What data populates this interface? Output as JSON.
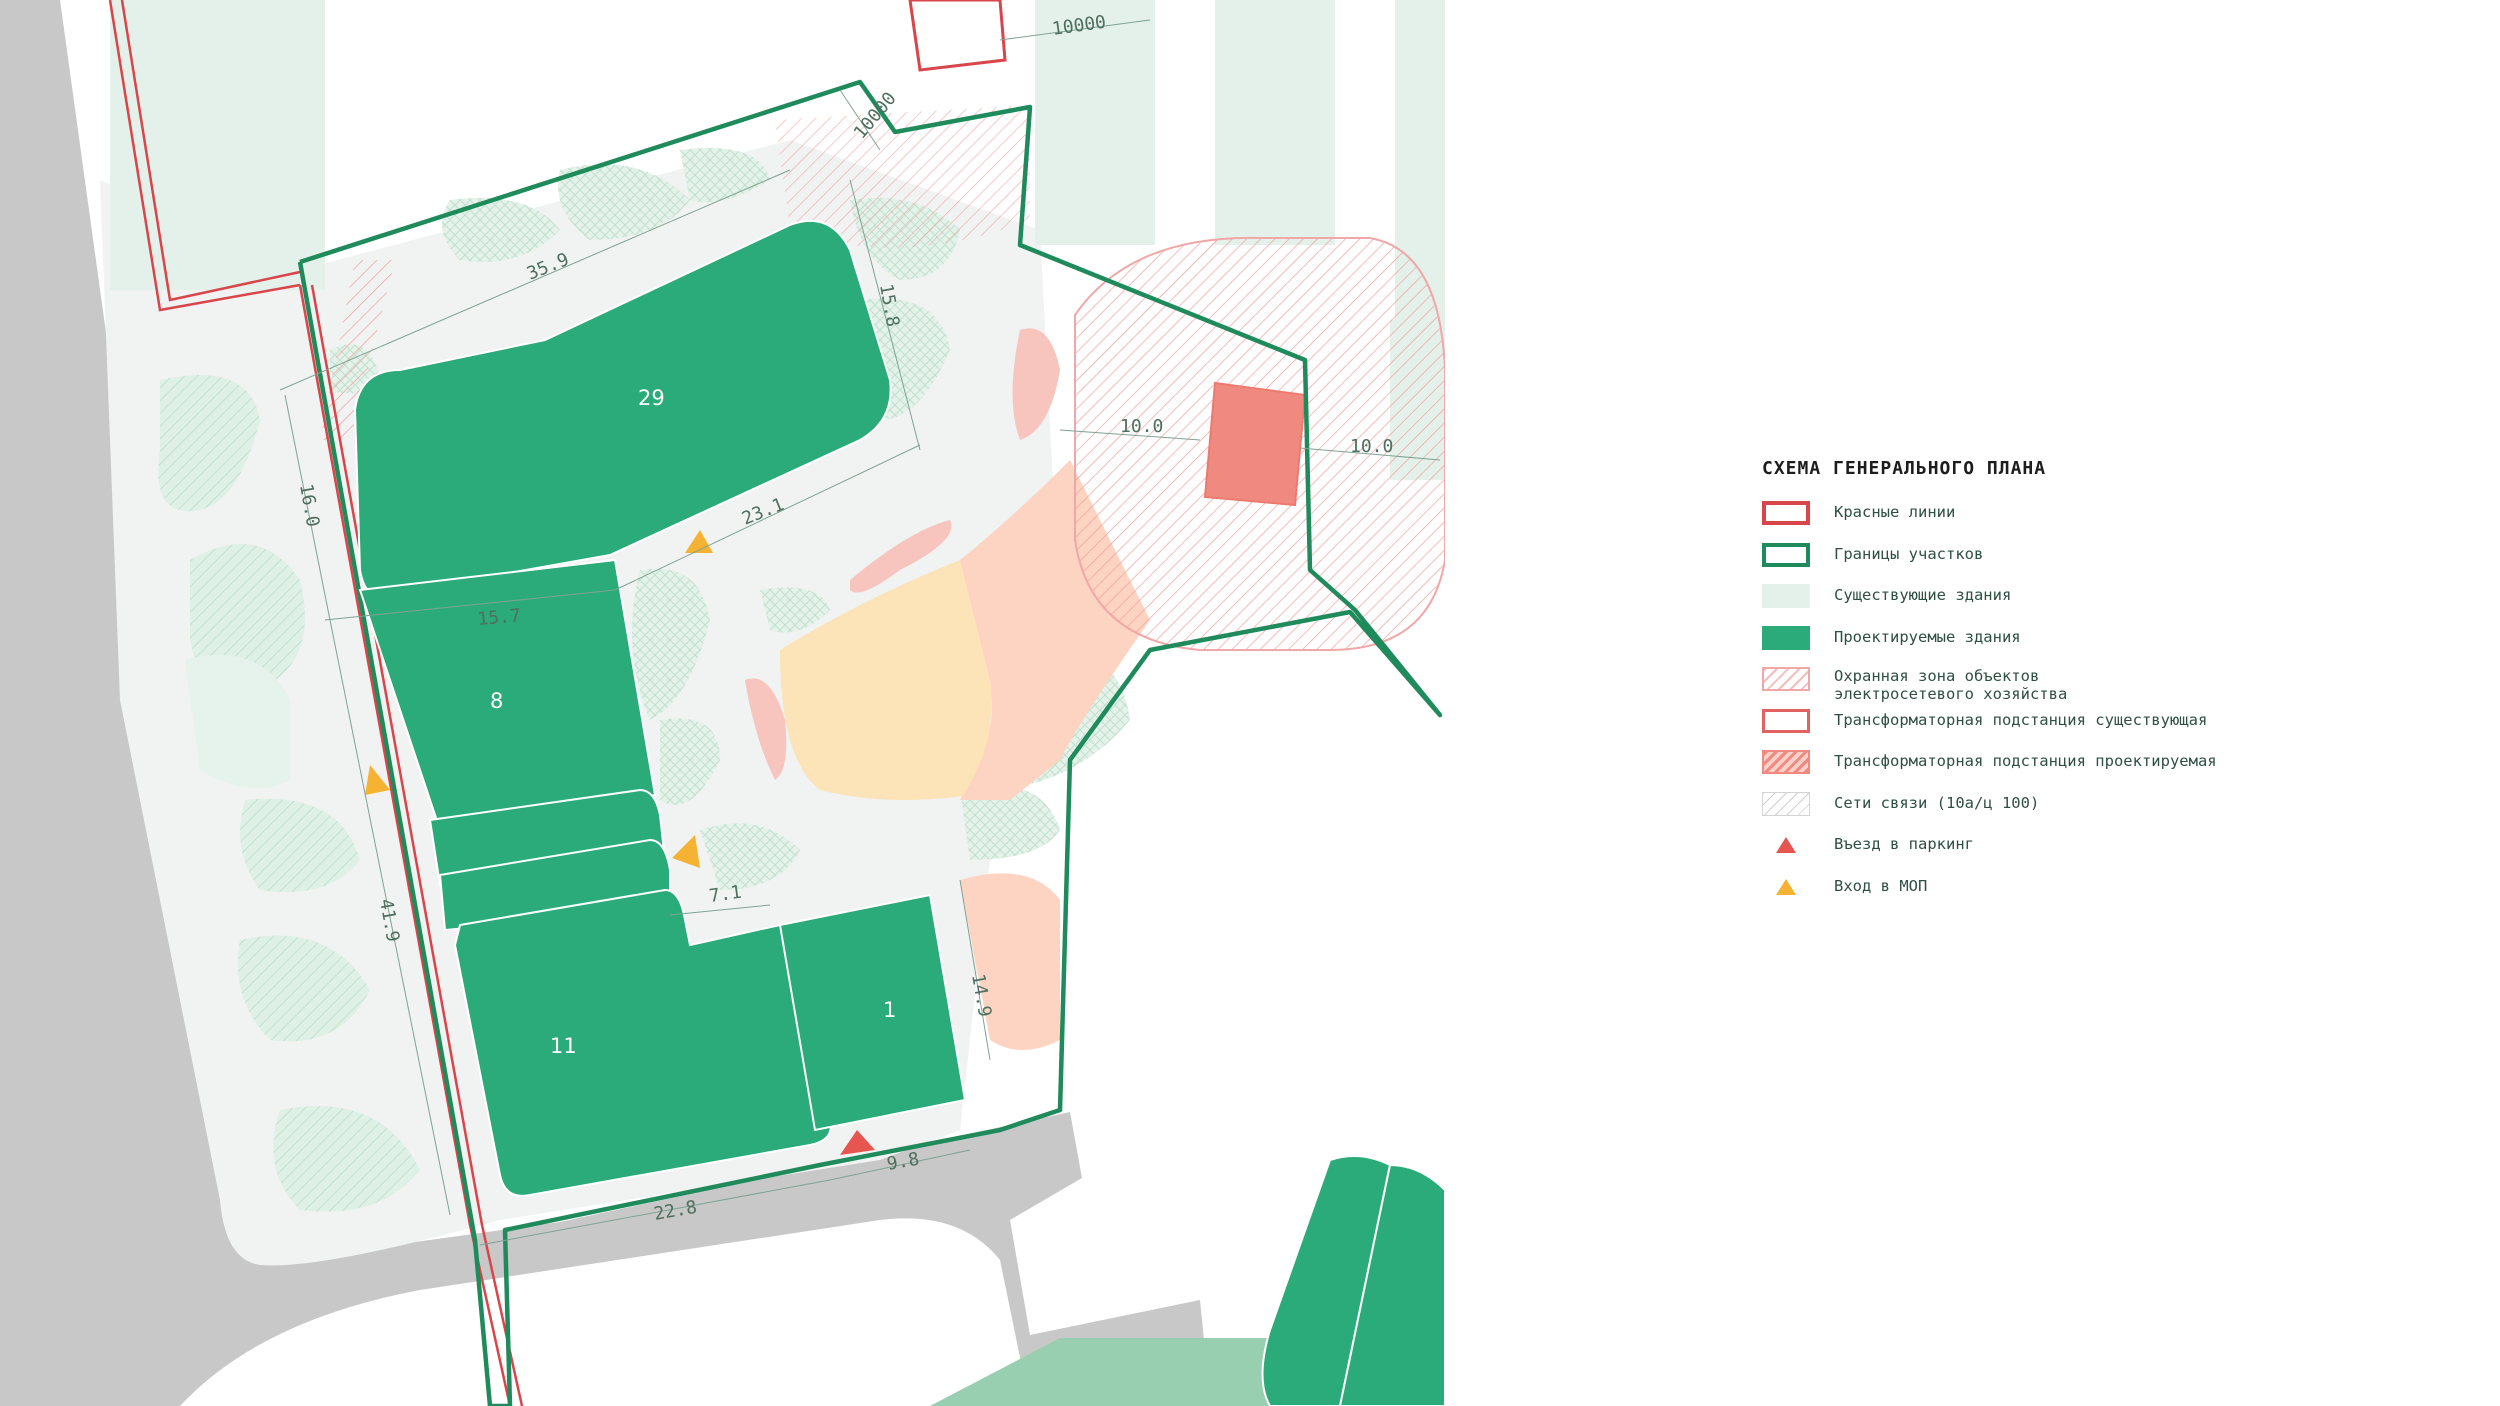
{
  "legend": {
    "title": "СХЕМА ГЕНЕРАЛЬНОГО ПЛАНА",
    "items": [
      {
        "label": "Красные линии",
        "swatch": "red-lines"
      },
      {
        "label": "Границы участков",
        "swatch": "plot-boundaries"
      },
      {
        "label": "Существующие здания",
        "swatch": "existing-buildings"
      },
      {
        "label": "Проектируемые здания",
        "swatch": "designed-buildings"
      },
      {
        "label": "Охранная зона объектов\nэлектросетевого хозяйства",
        "swatch": "power-protection-zone"
      },
      {
        "label": "Трансформаторная подстанция существующая",
        "swatch": "substation-existing"
      },
      {
        "label": "Трансформаторная подстанция проектируемая",
        "swatch": "substation-designed"
      },
      {
        "label": "Сети связи (10а/ц 100)",
        "swatch": "communication-networks"
      },
      {
        "label": "Въезд в паркинг",
        "swatch": "parking-entrance"
      },
      {
        "label": "Вход в МОП",
        "swatch": "common-area-entrance"
      }
    ]
  },
  "buildings": [
    {
      "label": "29"
    },
    {
      "label": "8"
    },
    {
      "label": "11"
    },
    {
      "label": "1"
    }
  ],
  "dimensions": [
    "35.9",
    "15.8",
    "16.0",
    "23.1",
    "15.7",
    "7.1",
    "41.9",
    "14.9",
    "22.8",
    "9.8",
    "10.0",
    "10.0",
    "10000",
    "10000"
  ],
  "colors": {
    "red_line": "#d8454a",
    "plot_boundary": "#1f8a5b",
    "existing_building": "#e3f1ea",
    "designed_building": "#2bab79",
    "protection_zone": "#f3a6a6",
    "substation_designed": "#f08a80",
    "road": "#c8c8c8",
    "playground_yellow": "#fde3b8",
    "playground_peach": "#fdd3c2"
  }
}
